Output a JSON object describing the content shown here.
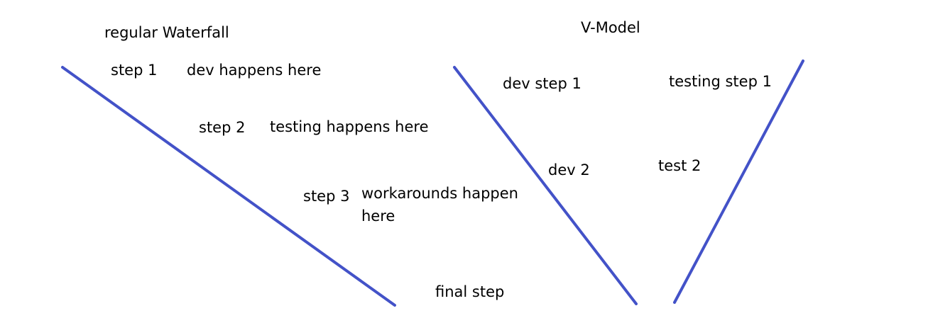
{
  "colors": {
    "line": "#4352c8",
    "text": "#000000",
    "background": "#ffffff"
  },
  "waterfall": {
    "title": "regular Waterfall",
    "step1": "step 1",
    "step1_note": "dev happens here",
    "step2": "step 2",
    "step2_note": "testing happens here",
    "step3": "step 3",
    "step3_note": "workarounds happen here",
    "final": "final step"
  },
  "vmodel": {
    "title": "V-Model",
    "dev1": "dev step 1",
    "dev2": "dev 2",
    "test1": "testing step 1",
    "test2": "test 2"
  }
}
